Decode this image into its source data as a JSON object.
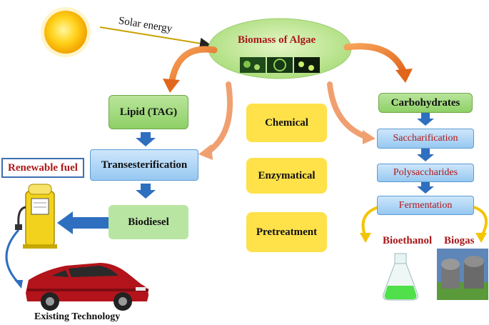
{
  "diagram": {
    "solar_energy": "Solar energy",
    "biomass": "Biomass of Algae",
    "lipid": "Lipid (TAG)",
    "transesterification": "Transesterification",
    "biodiesel": "Biodiesel",
    "renewable_fuel": "Renewable fuel",
    "existing_technology": "Existing Technology",
    "chemical": "Chemical",
    "enzymatical": "Enzymatical",
    "pretreatment": "Pretreatment",
    "carbohydrates": "Carbohydrates",
    "saccharification": "Saccharification",
    "polysaccharides": "Polysaccharides",
    "fermentation": "Fermentation",
    "bioethanol": "Bioethanol",
    "biogas": "Biogas"
  },
  "colors": {
    "green_box": "#8ed066",
    "blue_box": "#97c8f1",
    "yellow_box": "#ffe14a",
    "orange_arrow": "#ef7b2a",
    "blue_arrow": "#2e6fc0",
    "dark_red_text": "#b01818"
  }
}
